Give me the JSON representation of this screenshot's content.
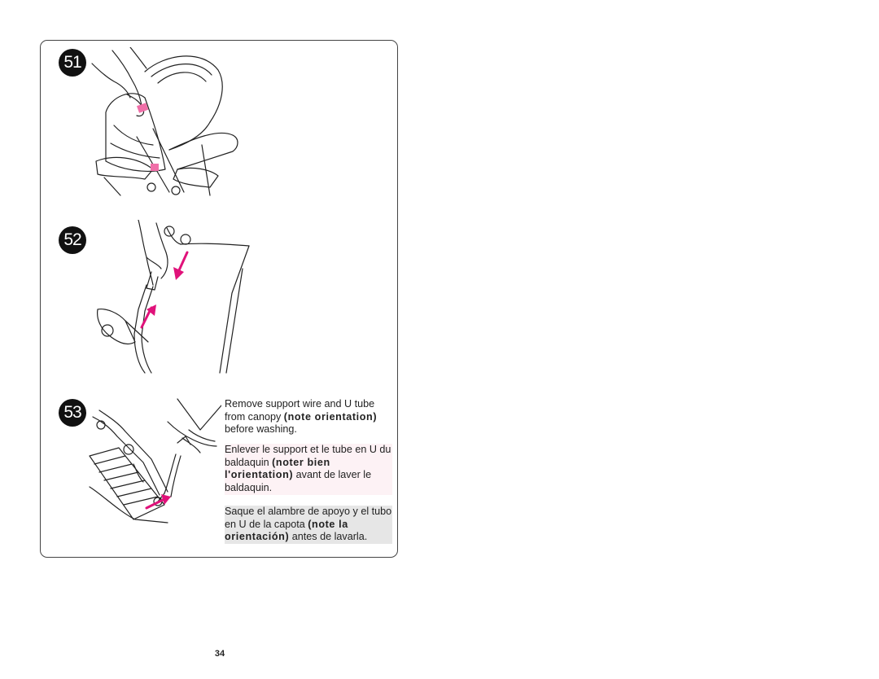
{
  "steps": [
    {
      "number": "51"
    },
    {
      "number": "52"
    },
    {
      "number": "53"
    }
  ],
  "instructions": {
    "english": {
      "pre": "Remove support wire and U tube from canopy ",
      "bold": "(note orientation)",
      "post": " before washing."
    },
    "french": {
      "pre": "Enlever le support et le tube en U du baldaquin ",
      "bold": "(noter bien l'orientation)",
      "post": " avant de laver le baldaquin."
    },
    "spanish": {
      "pre": "Saque el alambre de apoyo y el tubo en U de la capota ",
      "bold": "(note la orientación)",
      "post": " antes de lavarla."
    }
  },
  "page_number": "34",
  "colors": {
    "arrow": "#e0127a",
    "french_bg": "#fdf2f5",
    "spanish_bg": "#e6e6e6"
  }
}
